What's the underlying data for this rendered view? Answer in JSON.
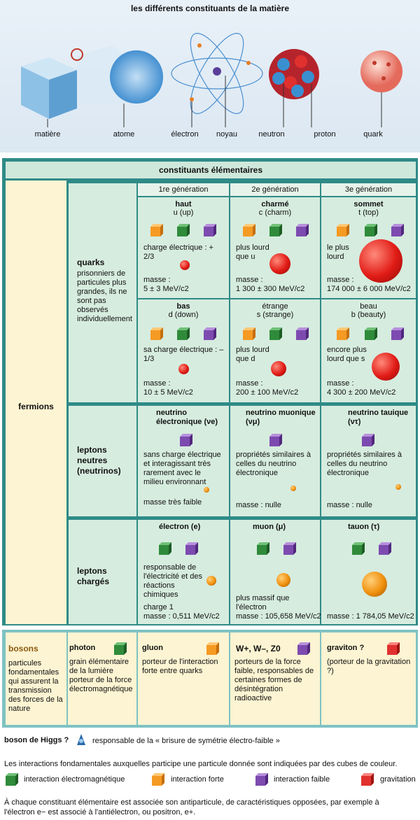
{
  "title": "les différents constituants de la matière",
  "top_labels": [
    "matière",
    "atome",
    "électron",
    "noyau",
    "neutron",
    "proton",
    "quark"
  ],
  "header": "constituants élémentaires",
  "fermions": "fermions",
  "generations": [
    "1re génération",
    "2e génération",
    "3e génération"
  ],
  "quarks": {
    "title": "quarks",
    "desc": "prisonniers de particules plus grandes, ils ne sont pas observés individuellement"
  },
  "up": [
    {
      "name": "haut",
      "sym": "u (up)",
      "desc": "charge électrique : + 2/3",
      "mass_label": "masse :",
      "mass": "5 ± 3 MeV/c2"
    },
    {
      "name": "charmé",
      "sym": "c (charm)",
      "desc": "plus lourd que u",
      "mass_label": "masse :",
      "mass": "1 300 ± 300 MeV/c2"
    },
    {
      "name": "sommet",
      "sym": "t (top)",
      "desc": "le plus lourd",
      "mass_label": "masse :",
      "mass": "174 000 ± 6 000 MeV/c2"
    }
  ],
  "down": [
    {
      "name": "bas",
      "sym": "d (down)",
      "desc": "sa charge électrique : – 1/3",
      "mass_label": "masse :",
      "mass": "10 ± 5 MeV/c2"
    },
    {
      "name": "étrange",
      "sym": "s (strange)",
      "desc": "plus lourd que d",
      "mass_label": "masse :",
      "mass": "200 ± 100 MeV/c2"
    },
    {
      "name": "beau",
      "sym": "b (beauty)",
      "desc": "encore plus lourd que s",
      "mass_label": "masse :",
      "mass": "4 300 ± 200 MeV/c2"
    }
  ],
  "neutrinos": {
    "title": "leptons neutres (neutrinos)"
  },
  "nu": [
    {
      "name": "neutrino électronique (νe)",
      "desc": "sans charge électrique et interagissant très rarement avec le milieu environnant",
      "mass": "masse très faible"
    },
    {
      "name": "neutrino muonique (νμ)",
      "desc": "propriétés similaires à celles du neutrino électronique",
      "mass": "masse : nulle"
    },
    {
      "name": "neutrino tauique (ντ)",
      "desc": "propriétés similaires à celles du neutrino électronique",
      "mass": "masse : nulle"
    }
  ],
  "charged": {
    "title": "leptons chargés"
  },
  "ch": [
    {
      "name": "électron (e)",
      "desc": "responsable de l'électricité et des réactions chimiques",
      "charge": "charge 1",
      "mass": "masse : 0,511 MeV/c2"
    },
    {
      "name": "muon (μ)",
      "desc": "plus massif que l'électron",
      "charge": "",
      "mass": "masse : 105,658 MeV/c2"
    },
    {
      "name": "tauon (τ)",
      "desc": "",
      "charge": "",
      "mass": "masse : 1 784,05 MeV/c2"
    }
  ],
  "bosons": {
    "title": "bosons",
    "desc": "particules fondamentales qui assurent la transmission des forces de la nature"
  },
  "bos": [
    {
      "name": "photon",
      "desc": "grain élémentaire de la lumière porteur de la force électromagnétique"
    },
    {
      "name": "gluon",
      "desc": "porteur de l'interaction forte entre quarks"
    },
    {
      "name": "W+, W–, Z0",
      "desc": "porteurs de la force faible, responsables de certaines formes de désintégration radioactive"
    },
    {
      "name": "graviton ?",
      "desc": "(porteur de la gravitation ?)"
    }
  ],
  "higgs": {
    "label": "boson de Higgs ?",
    "desc": "responsable de la « brisure de symétrie électro-faible »"
  },
  "legend_intro": "Les interactions fondamentales auxquelles participe une particule donnée sont indiquées par des cubes de couleur.",
  "legend": [
    "interaction électromagnétique",
    "interaction forte",
    "interaction faible",
    "gravitation"
  ],
  "footnote": "À chaque constituant élémentaire est associée son antiparticule, de caractéristiques opposées, par exemple à l'électron e− est associé à l'antiélectron, ou positron, e+.",
  "colors": {
    "em": "#2f8b3a",
    "strong": "#f59a23",
    "weak": "#7d4bb0",
    "grav": "#e0312f",
    "frame": "#2f8b87"
  }
}
